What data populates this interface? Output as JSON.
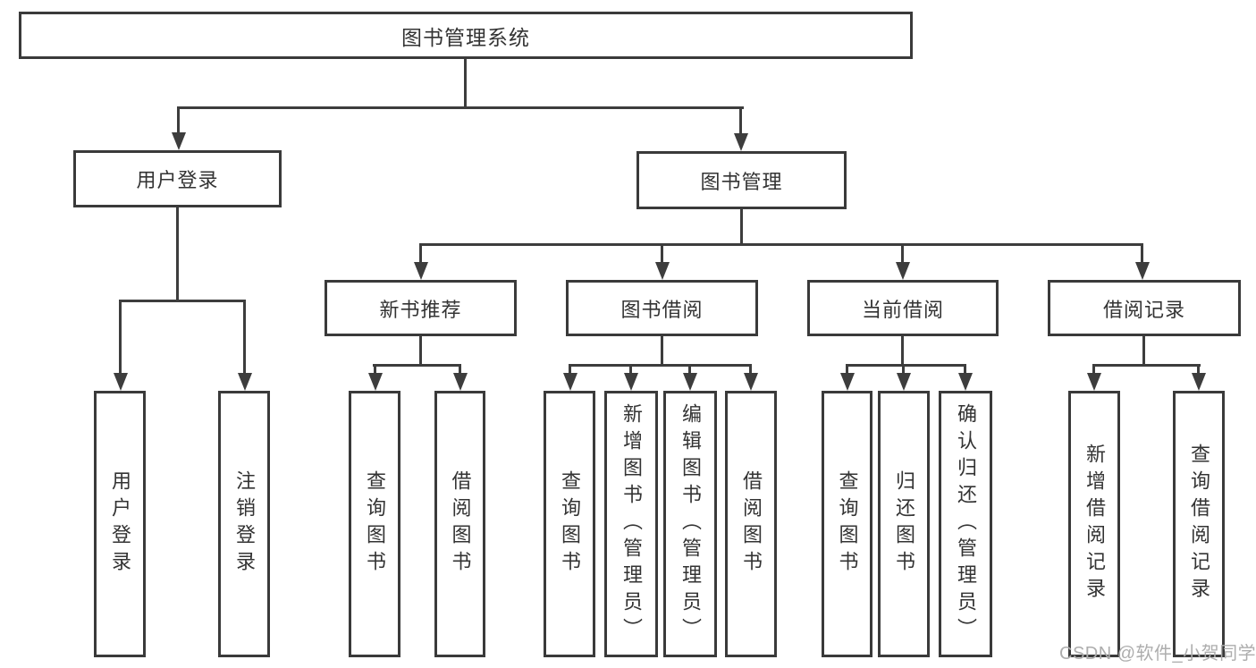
{
  "tree": {
    "root": {
      "label": "图书管理系统",
      "children": [
        {
          "label": "用户登录",
          "children": [
            {
              "label": "用户登录"
            },
            {
              "label": "注销登录"
            }
          ]
        },
        {
          "label": "图书管理",
          "children": [
            {
              "label": "新书推荐",
              "children": [
                {
                  "label": "查询图书"
                },
                {
                  "label": "借阅图书"
                }
              ]
            },
            {
              "label": "图书借阅",
              "children": [
                {
                  "label": "查询图书"
                },
                {
                  "label": "新增图书（管理员）"
                },
                {
                  "label": "编辑图书（管理员）"
                },
                {
                  "label": "借阅图书"
                }
              ]
            },
            {
              "label": "当前借阅",
              "children": [
                {
                  "label": "查询图书"
                },
                {
                  "label": "归还图书"
                },
                {
                  "label": "确认归还（管理员）"
                }
              ]
            },
            {
              "label": "借阅记录",
              "children": [
                {
                  "label": "新增借阅记录"
                },
                {
                  "label": "查询借阅记录"
                }
              ]
            }
          ]
        }
      ]
    }
  },
  "watermark": {
    "text": "CSDN @软件_小贺同学"
  },
  "colors": {
    "line": "#3d3d3d",
    "box_border": "#3a3a3a",
    "text": "#333333",
    "watermark": "#adadad",
    "background": "#ffffff"
  }
}
